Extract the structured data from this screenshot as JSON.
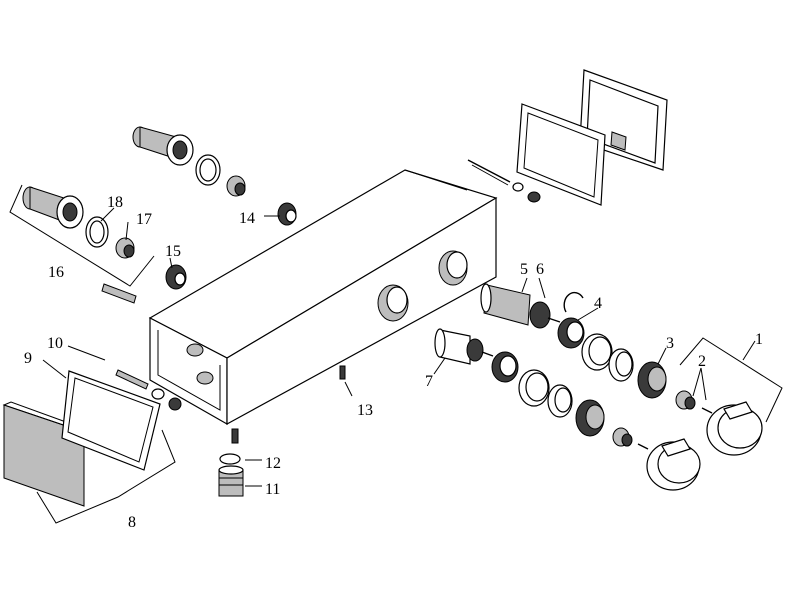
{
  "callouts": [
    {
      "key": "c1",
      "text": "1"
    },
    {
      "key": "c2",
      "text": "2"
    },
    {
      "key": "c3",
      "text": "3"
    },
    {
      "key": "c4",
      "text": "4"
    },
    {
      "key": "c5",
      "text": "5"
    },
    {
      "key": "c6",
      "text": "6"
    },
    {
      "key": "c7",
      "text": "7"
    },
    {
      "key": "c8",
      "text": "8"
    },
    {
      "key": "c9",
      "text": "9"
    },
    {
      "key": "c10",
      "text": "10"
    },
    {
      "key": "c11",
      "text": "11"
    },
    {
      "key": "c12",
      "text": "12"
    },
    {
      "key": "c13",
      "text": "13"
    },
    {
      "key": "c14",
      "text": "14"
    },
    {
      "key": "c15",
      "text": "15"
    },
    {
      "key": "c16",
      "text": "16"
    },
    {
      "key": "c17",
      "text": "17"
    },
    {
      "key": "c18",
      "text": "18"
    }
  ],
  "colors": {
    "line": "#000000",
    "background": "#ffffff",
    "shade": "#bdbdbd",
    "dark": "#3a3a3a"
  }
}
